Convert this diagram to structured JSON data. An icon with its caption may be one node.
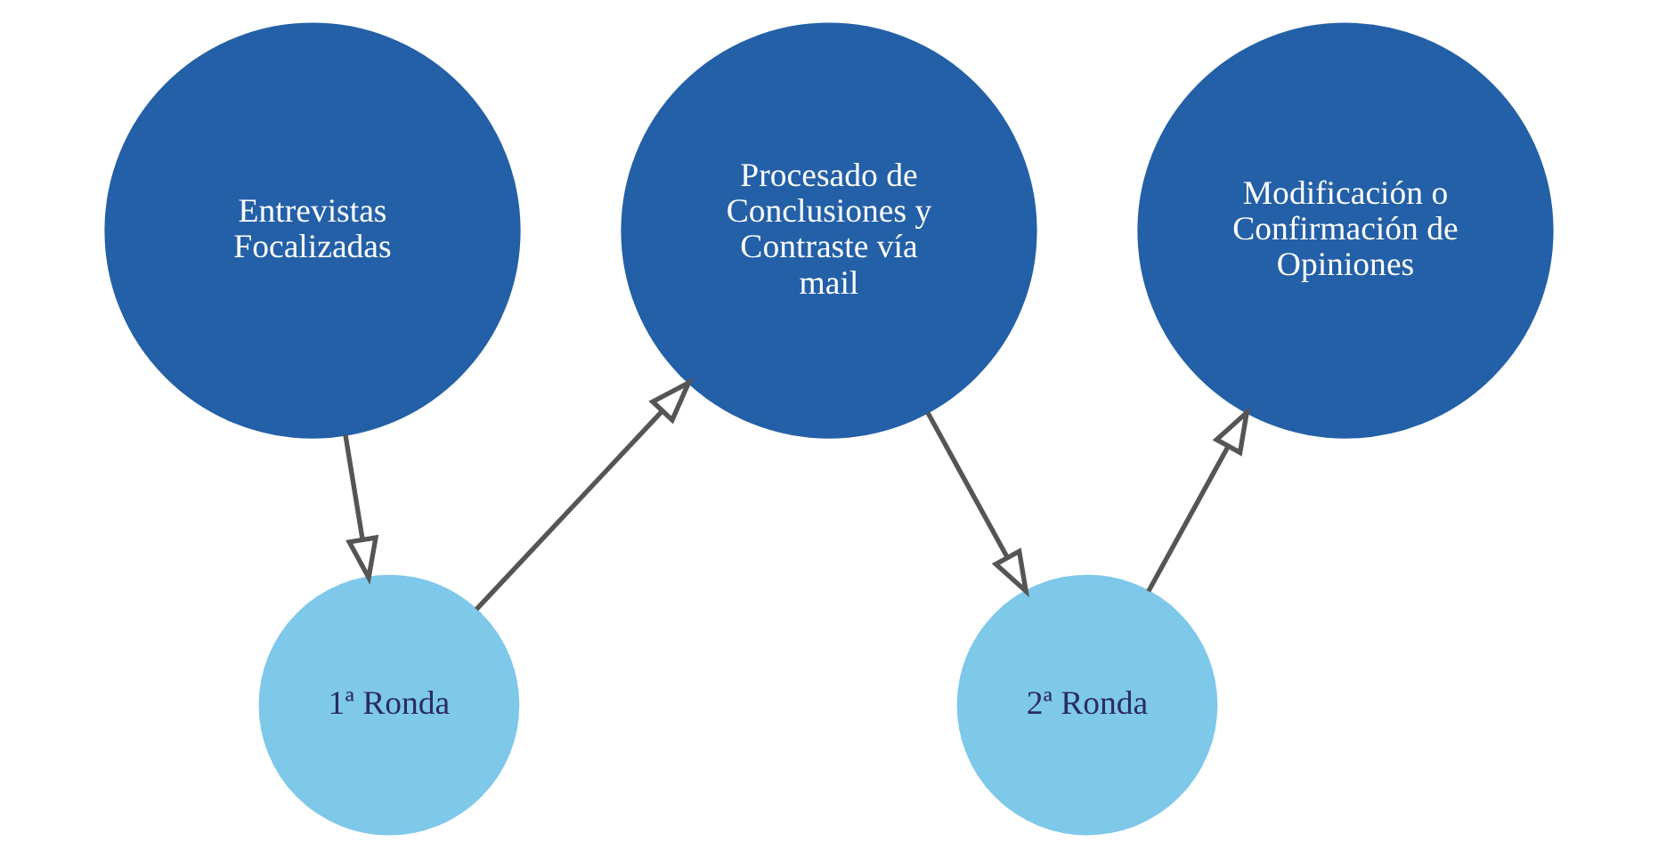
{
  "diagram": {
    "nodes": [
      {
        "text": [
          "Entrevistas Focalizadas"
        ]
      },
      {
        "text": [
          "1ª Ronda"
        ]
      },
      {
        "text": [
          "Procesado de Conclusiones y Contraste vía mail"
        ]
      },
      {
        "text": [
          "2ª Ronda"
        ]
      },
      {
        "text": [
          "Modificación o Confirmación de Opiniones"
        ]
      }
    ],
    "edges": [
      {
        "from": 0,
        "to": 1,
        "arrow": "to"
      },
      {
        "from": 1,
        "to": 2,
        "arrow": "to"
      },
      {
        "from": 2,
        "to": 3,
        "arrow": "to"
      },
      {
        "from": 3,
        "to": 4,
        "arrow": "to"
      }
    ]
  }
}
